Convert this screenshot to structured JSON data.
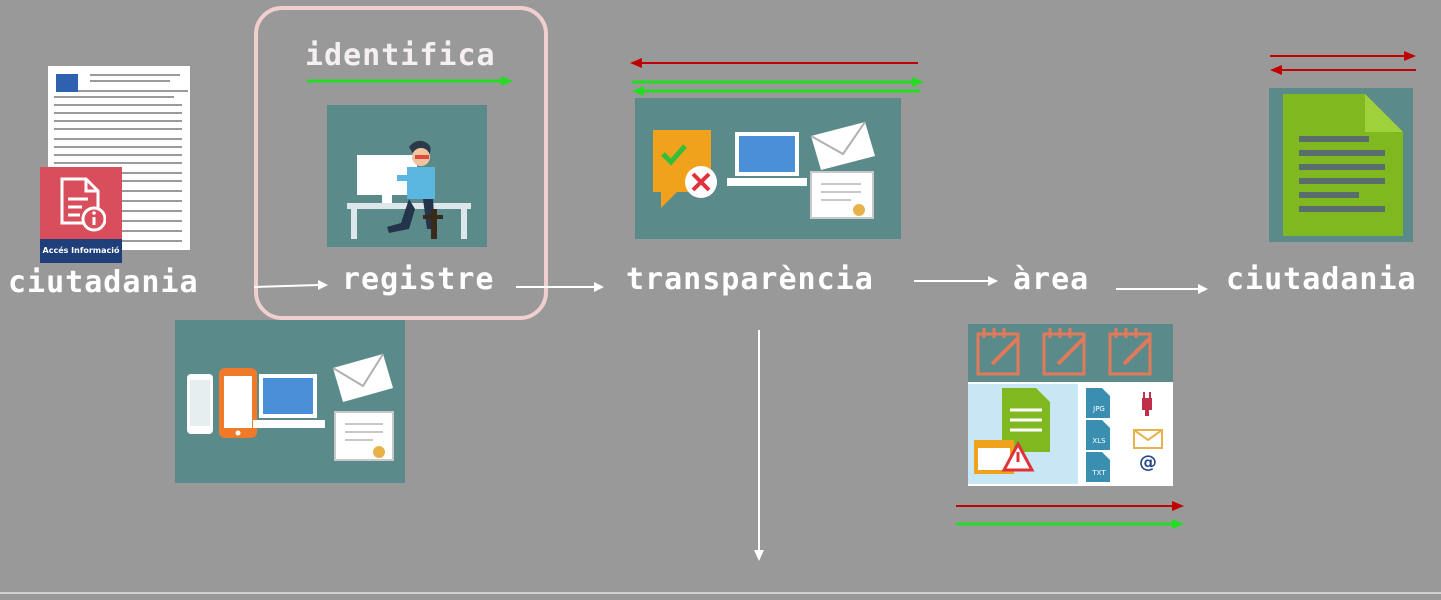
{
  "labels": {
    "ciutadania_left": "ciutadania",
    "registre": "registre",
    "identifica": "identifica",
    "transparencia": "transparència",
    "area": "àrea",
    "ciutadania_right": "ciutadania"
  },
  "form": {
    "badge_caption": "Accés Informació"
  },
  "area_icons": {
    "jpg": "JPG",
    "xls": "XLS",
    "txt": "TXT",
    "at": "@"
  },
  "colors": {
    "background": "#999999",
    "teal_panel": "#5b8a8a",
    "highlight_border": "#f2cfcf",
    "arrow_red": "#c00000",
    "arrow_green": "#22dd22",
    "doc_green": "#7fb81f"
  },
  "icons": [
    "form-document-icon",
    "info-document-icon",
    "desk-worker-icon",
    "approve-reject-bubble-icon",
    "laptop-icon",
    "envelope-icon",
    "certificate-icon",
    "phone-icon",
    "tablet-icon",
    "notepad-edit-icon",
    "warning-icon",
    "usb-icon",
    "green-document-icon"
  ]
}
